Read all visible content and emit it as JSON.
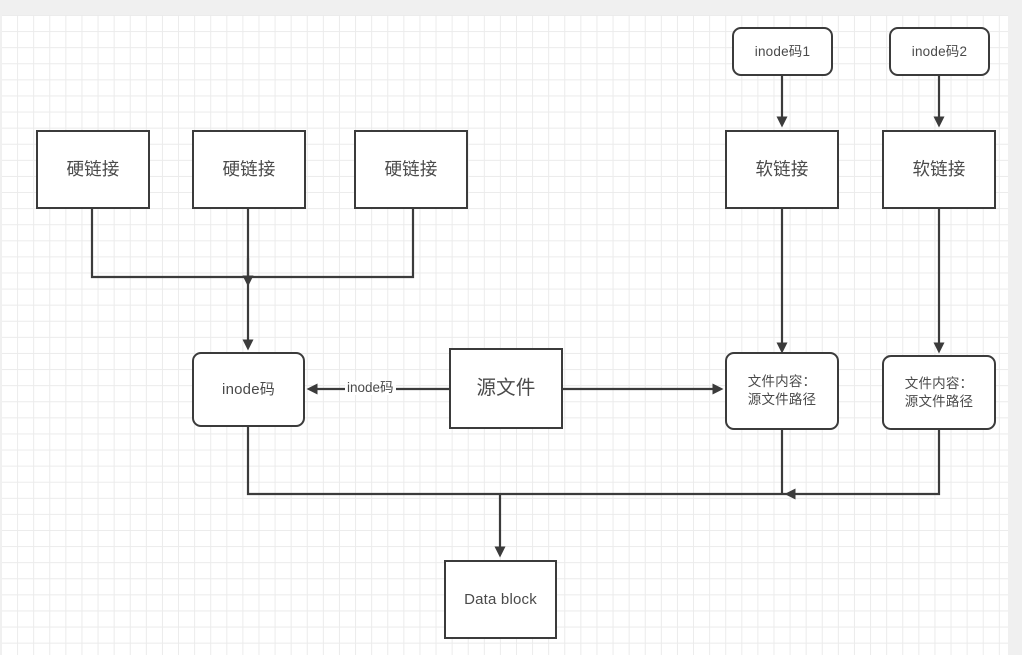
{
  "diagram": {
    "title": "Hard link vs symbolic link inode diagram",
    "background_color": "#ffffff",
    "page_color": "#f0f0f0",
    "grid_color": "#ebebeb",
    "stroke_color": "#3b3b3b",
    "text_color": "#4a4a4a",
    "nodes": {
      "hard_link_1": "硬链接",
      "hard_link_2": "硬链接",
      "hard_link_3": "硬链接",
      "inode_code_1": "inode码1",
      "inode_code_2": "inode码2",
      "soft_link_1": "软链接",
      "soft_link_2": "软链接",
      "inode_code": "inode码",
      "source_file": "源文件",
      "file_content_1": "文件内容：\n源文件路径",
      "file_content_2": "文件内容：\n源文件路径",
      "data_block": "Data block"
    },
    "edge_labels": {
      "source_to_inode": "inode码"
    }
  }
}
